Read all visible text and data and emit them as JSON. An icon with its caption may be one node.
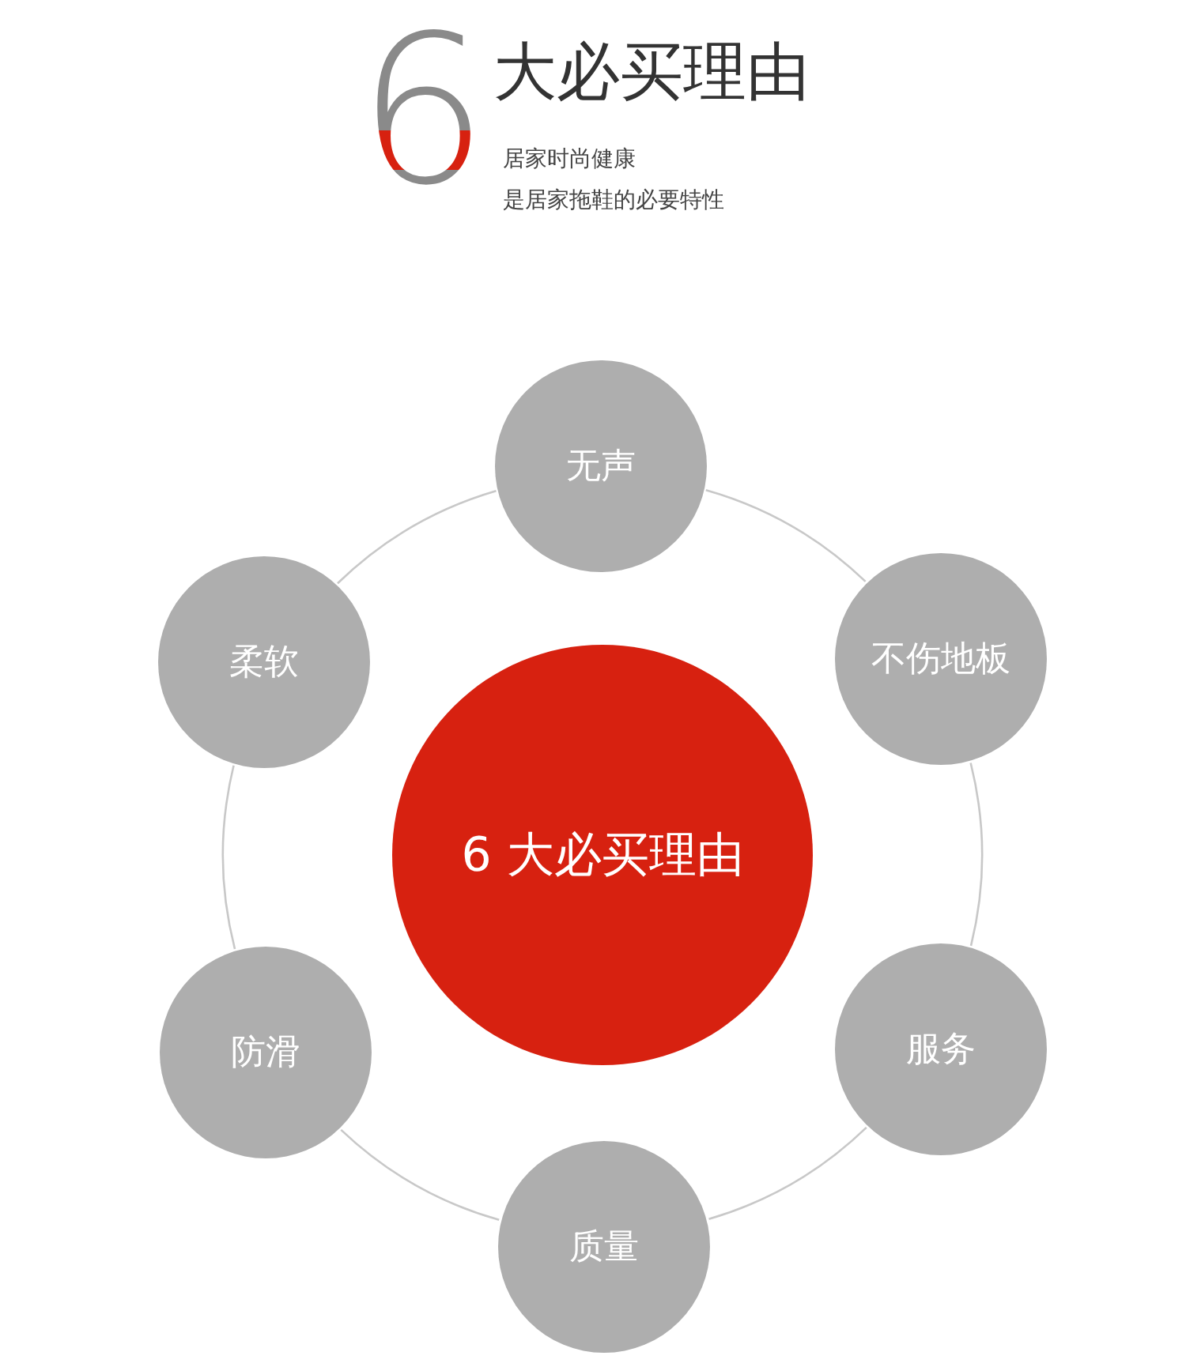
{
  "diagram": {
    "nodes": [
      {
        "text": [
          "6 大必买理由"
        ]
      },
      {
        "text": [
          "无声"
        ]
      },
      {
        "text": [
          "柔软"
        ]
      },
      {
        "text": [
          "不伤地板"
        ]
      },
      {
        "text": [
          "防滑"
        ]
      },
      {
        "text": [
          "服务"
        ]
      },
      {
        "text": [
          "质量"
        ]
      }
    ],
    "edges": [
      {
        "from": 1,
        "to": 3,
        "arrow": "none"
      },
      {
        "from": 3,
        "to": 5,
        "arrow": "none"
      },
      {
        "from": 5,
        "to": 6,
        "arrow": "none"
      },
      {
        "from": 6,
        "to": 4,
        "arrow": "none"
      },
      {
        "from": 4,
        "to": 2,
        "arrow": "none"
      },
      {
        "from": 2,
        "to": 1,
        "arrow": "none"
      }
    ],
    "labels": [
      "6",
      "大必买理由",
      "居家时尚健康",
      "是居家拖鞋的必要特性"
    ]
  }
}
